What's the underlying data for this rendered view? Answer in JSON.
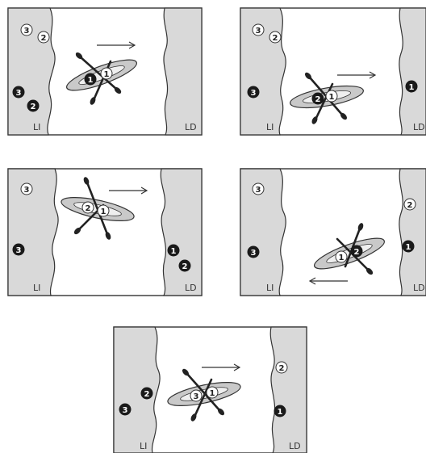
{
  "labels": {
    "left_bank": "LI",
    "right_bank": "LD"
  },
  "panels": [
    {
      "id": "panel-1",
      "markers": [
        {
          "n": "3",
          "style": "open"
        },
        {
          "n": "2",
          "style": "open"
        },
        {
          "n": "3",
          "style": "solid"
        },
        {
          "n": "2",
          "style": "solid"
        },
        {
          "n": "1",
          "style": "solid"
        },
        {
          "n": "1",
          "style": "open"
        }
      ],
      "arrow": "right"
    },
    {
      "id": "panel-2",
      "markers": [
        {
          "n": "3",
          "style": "open"
        },
        {
          "n": "2",
          "style": "open"
        },
        {
          "n": "3",
          "style": "solid"
        },
        {
          "n": "1",
          "style": "solid"
        },
        {
          "n": "2",
          "style": "solid"
        },
        {
          "n": "1",
          "style": "open"
        }
      ],
      "arrow": "right"
    },
    {
      "id": "panel-3",
      "markers": [
        {
          "n": "3",
          "style": "open"
        },
        {
          "n": "3",
          "style": "solid"
        },
        {
          "n": "1",
          "style": "solid"
        },
        {
          "n": "2",
          "style": "solid"
        },
        {
          "n": "2",
          "style": "open"
        },
        {
          "n": "1",
          "style": "open"
        }
      ],
      "arrow": "right"
    },
    {
      "id": "panel-4",
      "markers": [
        {
          "n": "3",
          "style": "open"
        },
        {
          "n": "3",
          "style": "solid"
        },
        {
          "n": "2",
          "style": "open"
        },
        {
          "n": "1",
          "style": "solid"
        },
        {
          "n": "1",
          "style": "open"
        },
        {
          "n": "2",
          "style": "solid"
        }
      ],
      "arrow": "left"
    },
    {
      "id": "panel-5",
      "markers": [
        {
          "n": "3",
          "style": "solid"
        },
        {
          "n": "2",
          "style": "solid"
        },
        {
          "n": "2",
          "style": "open"
        },
        {
          "n": "1",
          "style": "solid"
        },
        {
          "n": "3",
          "style": "open"
        },
        {
          "n": "1",
          "style": "open"
        }
      ],
      "arrow": "right"
    }
  ]
}
